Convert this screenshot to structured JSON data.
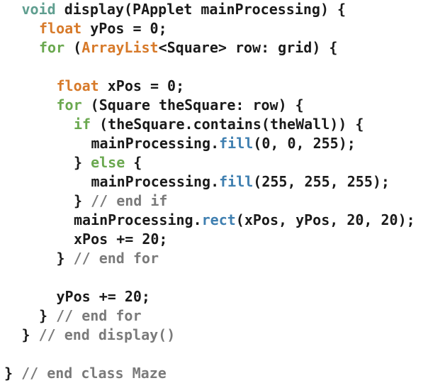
{
  "colors": {
    "text": "#1a1a1a",
    "keyword_green": "#6aa84f",
    "keyword_orange": "#d77a2a",
    "method_blue": "#3f7fb0",
    "comment_gray": "#7a7a7a",
    "void_teal": "#5f9e8f"
  },
  "code_lines": [
    {
      "indent": 1,
      "tokens": [
        {
          "t": "void",
          "c": "void_teal"
        },
        {
          "t": " display(PApplet mainProcessing) {",
          "c": "text"
        }
      ]
    },
    {
      "indent": 2,
      "tokens": [
        {
          "t": "float",
          "c": "keyword_orange"
        },
        {
          "t": " yPos = 0;",
          "c": "text"
        }
      ]
    },
    {
      "indent": 2,
      "tokens": [
        {
          "t": "for",
          "c": "keyword_green"
        },
        {
          "t": " (",
          "c": "text"
        },
        {
          "t": "ArrayList",
          "c": "keyword_orange"
        },
        {
          "t": "<Square> row: grid) {",
          "c": "text"
        }
      ]
    },
    {
      "indent": 0,
      "tokens": []
    },
    {
      "indent": 3,
      "tokens": [
        {
          "t": "float",
          "c": "keyword_orange"
        },
        {
          "t": " xPos = 0;",
          "c": "text"
        }
      ]
    },
    {
      "indent": 3,
      "tokens": [
        {
          "t": "for",
          "c": "keyword_green"
        },
        {
          "t": " (Square theSquare: row) {",
          "c": "text"
        }
      ]
    },
    {
      "indent": 4,
      "tokens": [
        {
          "t": "if",
          "c": "keyword_green"
        },
        {
          "t": " (theSquare.contains(theWall)) {",
          "c": "text"
        }
      ]
    },
    {
      "indent": 5,
      "tokens": [
        {
          "t": "mainProcessing.",
          "c": "text"
        },
        {
          "t": "fill",
          "c": "method_blue"
        },
        {
          "t": "(0, 0, 255);",
          "c": "text"
        }
      ]
    },
    {
      "indent": 4,
      "tokens": [
        {
          "t": "} ",
          "c": "text"
        },
        {
          "t": "else",
          "c": "keyword_green"
        },
        {
          "t": " {",
          "c": "text"
        }
      ]
    },
    {
      "indent": 5,
      "tokens": [
        {
          "t": "mainProcessing.",
          "c": "text"
        },
        {
          "t": "fill",
          "c": "method_blue"
        },
        {
          "t": "(255, 255, 255);",
          "c": "text"
        }
      ]
    },
    {
      "indent": 4,
      "tokens": [
        {
          "t": "} ",
          "c": "text"
        },
        {
          "t": "// end if",
          "c": "comment_gray"
        }
      ]
    },
    {
      "indent": 4,
      "tokens": [
        {
          "t": "mainProcessing.",
          "c": "text"
        },
        {
          "t": "rect",
          "c": "method_blue"
        },
        {
          "t": "(xPos, yPos, 20, 20);",
          "c": "text"
        }
      ]
    },
    {
      "indent": 4,
      "tokens": [
        {
          "t": "xPos += 20;",
          "c": "text"
        }
      ]
    },
    {
      "indent": 3,
      "tokens": [
        {
          "t": "} ",
          "c": "text"
        },
        {
          "t": "// end for",
          "c": "comment_gray"
        }
      ]
    },
    {
      "indent": 0,
      "tokens": []
    },
    {
      "indent": 3,
      "tokens": [
        {
          "t": "yPos += 20;",
          "c": "text"
        }
      ]
    },
    {
      "indent": 2,
      "tokens": [
        {
          "t": "} ",
          "c": "text"
        },
        {
          "t": "// end for",
          "c": "comment_gray"
        }
      ]
    },
    {
      "indent": 1,
      "tokens": [
        {
          "t": "} ",
          "c": "text"
        },
        {
          "t": "// end display()",
          "c": "comment_gray"
        }
      ]
    },
    {
      "indent": 0,
      "tokens": []
    },
    {
      "indent": 0,
      "tokens": [
        {
          "t": "} ",
          "c": "text"
        },
        {
          "t": "// end class Maze",
          "c": "comment_gray"
        }
      ]
    }
  ]
}
